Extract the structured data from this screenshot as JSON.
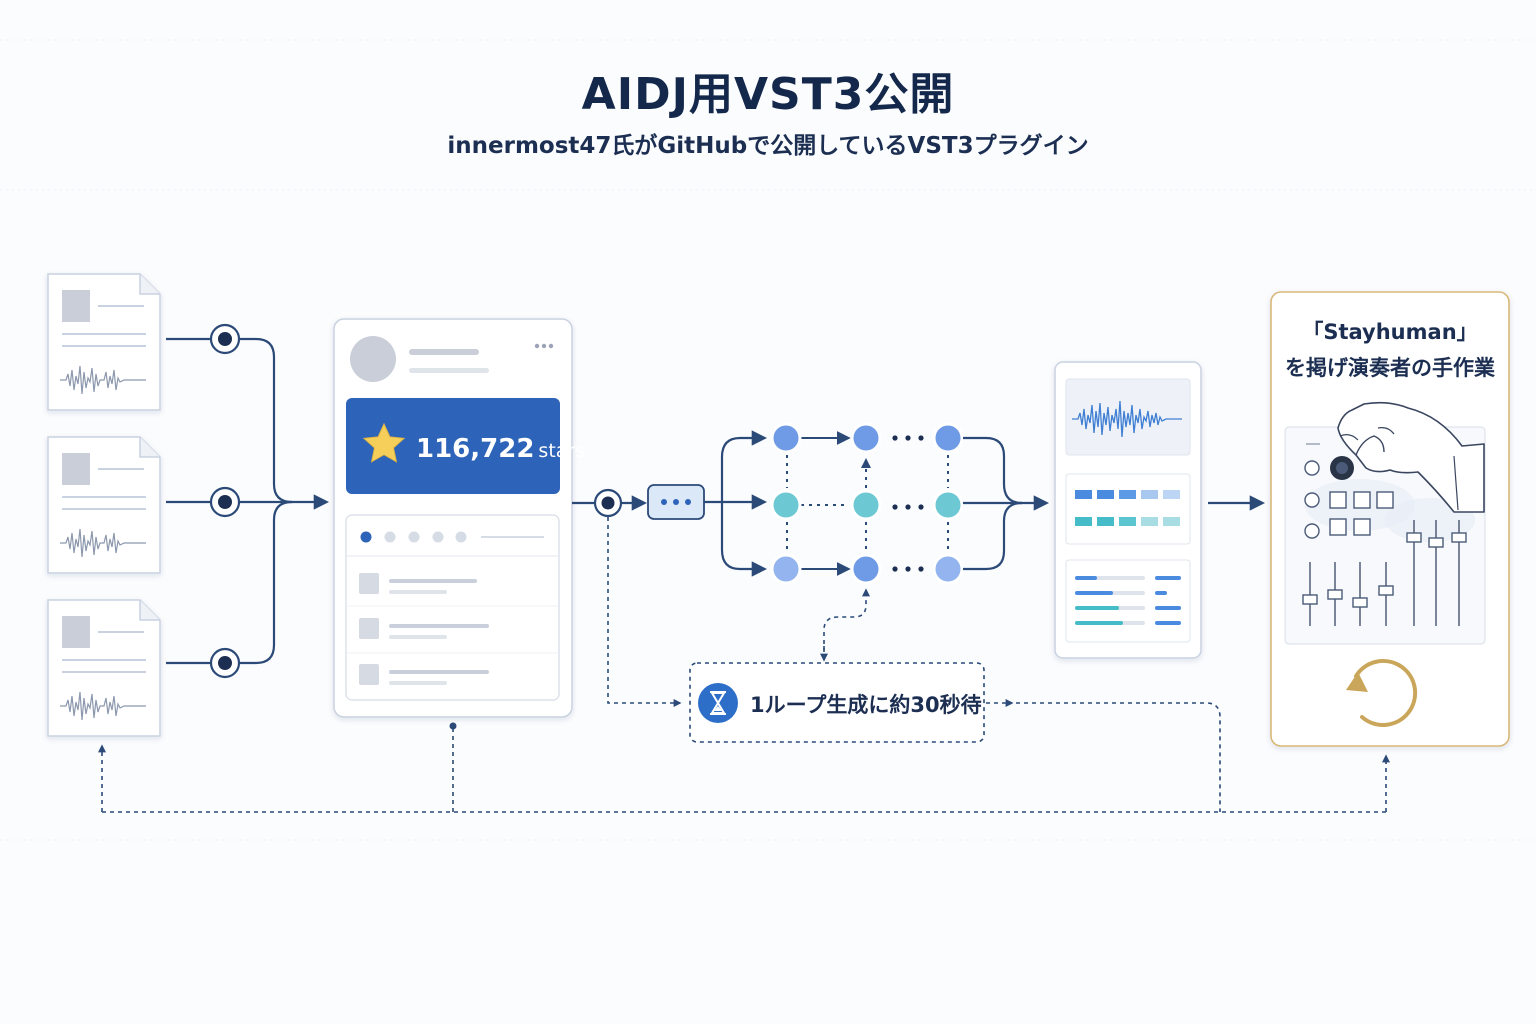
{
  "header": {
    "title": "AIDJ用VST3公開",
    "subtitle": "innermost47氏がGitHubで公開しているVST3プラグイン"
  },
  "repo_card": {
    "star_count": "116,722",
    "star_unit": "stars"
  },
  "wait_note": "1ループ生成に約30秒待",
  "human_card": {
    "line1": "「Stayhuman」",
    "line2": "を掲げ演奏者の手作業"
  },
  "colors": {
    "navy": "#2b4a78",
    "accent_blue": "#2d63b8",
    "node_blue": "#7aa6e8",
    "node_teal": "#6cc8d2",
    "gold": "#c9a65a"
  },
  "icons": [
    "document-icon",
    "waveform-icon",
    "star-icon",
    "hourglass-icon",
    "knob-icon",
    "hand-icon",
    "refresh-icon",
    "ellipsis-icon"
  ]
}
